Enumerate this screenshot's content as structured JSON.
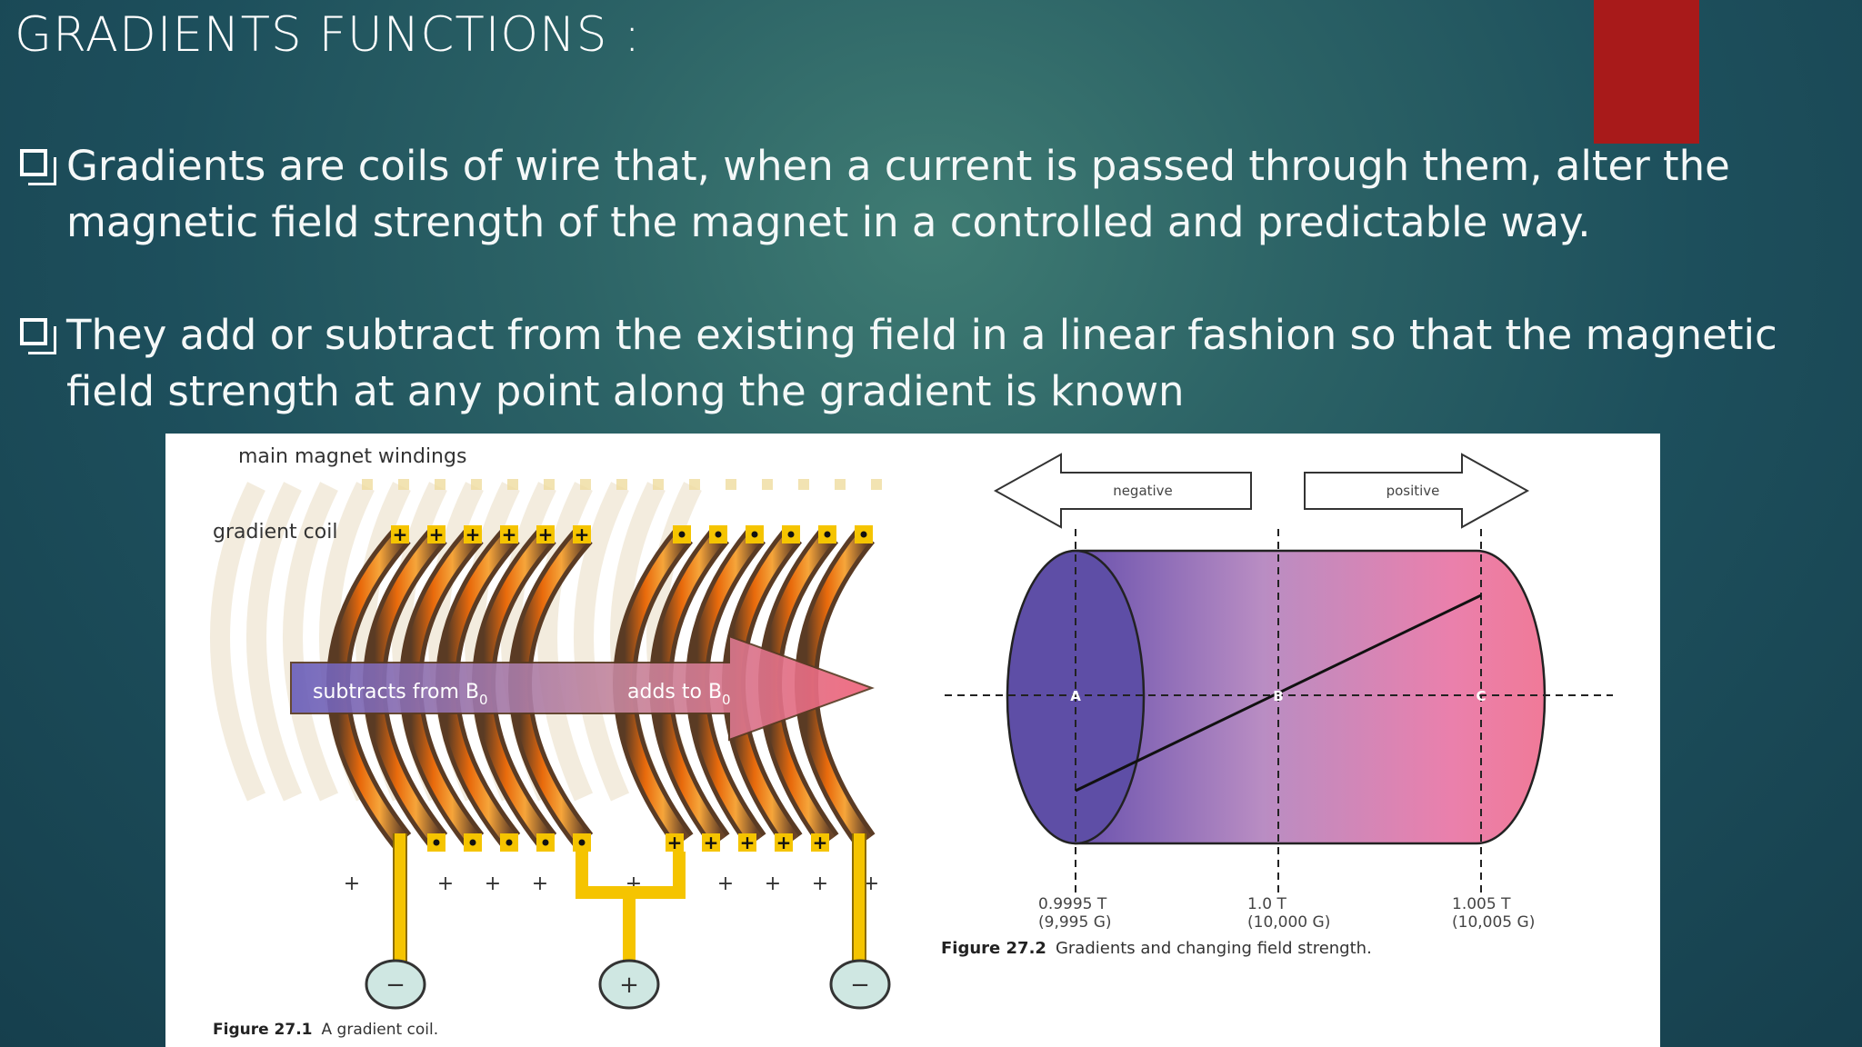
{
  "slide": {
    "title": "GRADIENTS FUNCTIONS :",
    "accent_color": "#a81a1a",
    "bullet_icon": "checkbox-icon",
    "bullets": [
      {
        "text": "Gradients are coils of wire that, when a current is passed through them, alter the magnetic field strength of the magnet in a controlled and predictable way."
      },
      {
        "text": "They add or subtract from the existing field in a linear fashion so that the magnetic field strength at any point along the gradient is known"
      }
    ]
  },
  "figure1": {
    "label_main_windings": "main magnet windings",
    "label_gradient_coil": "gradient coil",
    "arrow_subtracts": "subtracts from B",
    "arrow_adds": "adds to B",
    "subscript": "0",
    "terminal_left": "−",
    "terminal_mid": "+",
    "terminal_right": "−",
    "caption_number": "Figure 27.1",
    "caption_text": "A gradient coil."
  },
  "figure2": {
    "arrow_negative": "negative",
    "arrow_positive": "positive",
    "point_a": "A",
    "point_b": "B",
    "point_c": "C",
    "value_a_tesla": "0.9995 T",
    "value_a_gauss": "(9,995 G)",
    "value_b_tesla": "1.0 T",
    "value_b_gauss": "(10,000 G)",
    "value_c_tesla": "1.005 T",
    "value_c_gauss": "(10,005 G)",
    "caption_number": "Figure 27.2",
    "caption_text": "Gradients and changing field strength."
  }
}
